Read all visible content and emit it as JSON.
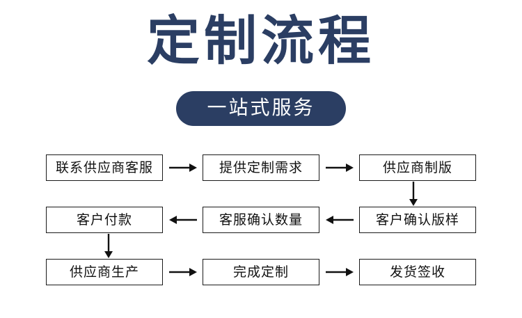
{
  "header": {
    "title": "定制流程",
    "title_color": "#2b3e63",
    "badge_label": "一站式服务",
    "badge_bg": "#2b3e63",
    "badge_text_color": "#ffffff"
  },
  "flow": {
    "node_border_color": "#1a1a1a",
    "node_text_color": "#111111",
    "rows": [
      {
        "direction": "right",
        "nodes": [
          "联系供应商客服",
          "提供定制需求",
          "供应商制版"
        ],
        "arrows": [
          "右箭头",
          "右箭头"
        ]
      },
      {
        "direction": "left",
        "nodes": [
          "客户付款",
          "客服确认数量",
          "客户确认版样"
        ],
        "arrows": [
          "左箭头",
          "左箭头"
        ]
      },
      {
        "direction": "right",
        "nodes": [
          "供应商生产",
          "完成定制",
          "发货签收"
        ],
        "arrows": [
          "右箭头",
          "右箭头"
        ]
      }
    ],
    "vertical_connectors": [
      {
        "label": "下箭头",
        "from": "供应商制版",
        "to": "客户确认版样",
        "column": 3
      },
      {
        "label": "下箭头",
        "from": "客户付款",
        "to": "供应商生产",
        "column": 1
      }
    ]
  }
}
